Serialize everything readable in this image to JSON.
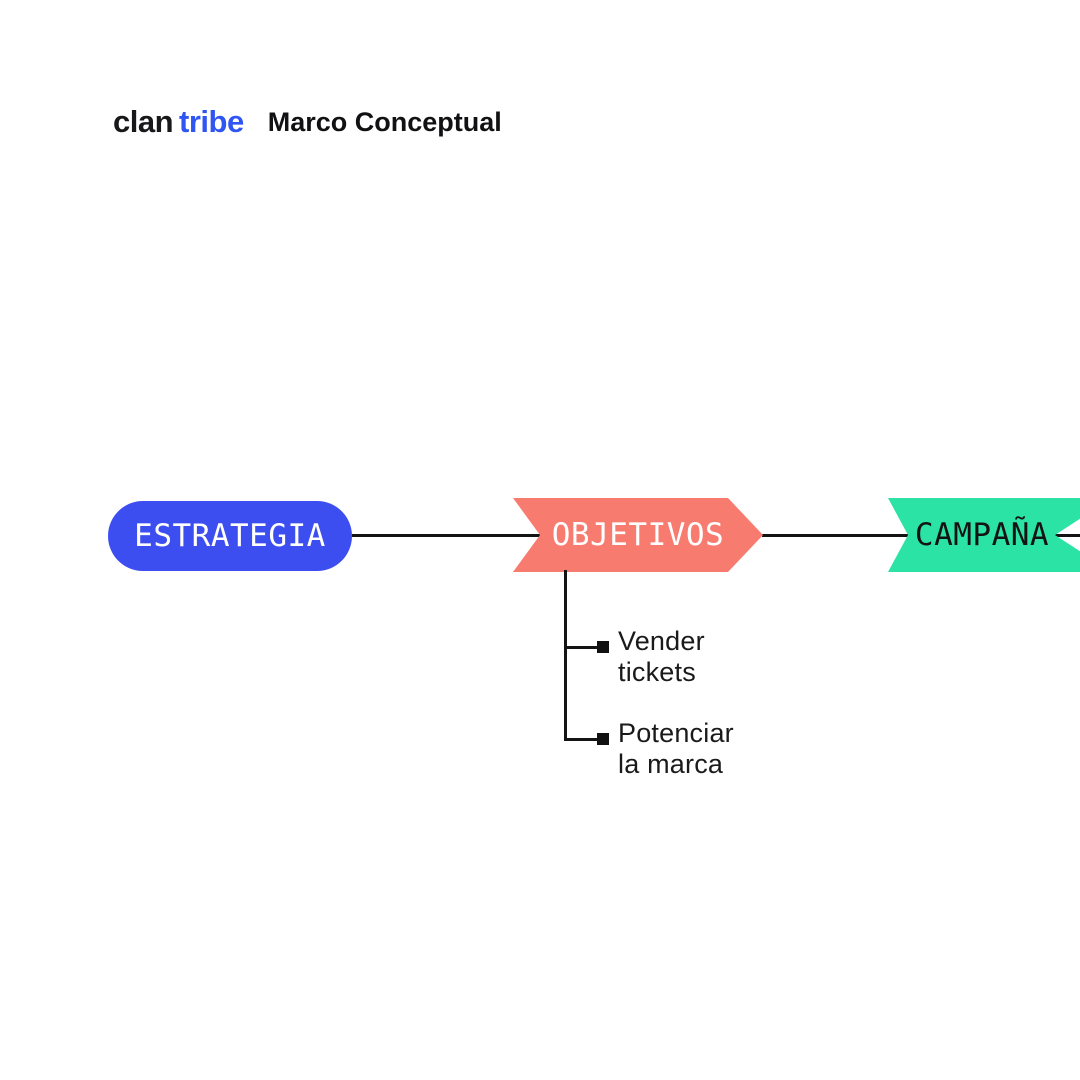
{
  "header": {
    "logo": {
      "part1": "clan",
      "part2": "tribe"
    },
    "title": "Marco Conceptual"
  },
  "diagram": {
    "nodes": [
      {
        "id": "estrategia",
        "label": "ESTRATEGIA",
        "shape": "pill",
        "color": "#3d4ef0",
        "text_color": "#ffffff"
      },
      {
        "id": "objetivos",
        "label": "OBJETIVOS",
        "shape": "chevron",
        "color": "#f87b6f",
        "text_color": "#ffffff"
      },
      {
        "id": "campana",
        "label": "CAMPAÑA",
        "shape": "ribbon",
        "color": "#2be3a4",
        "text_color": "#131313"
      }
    ],
    "objectives": [
      {
        "line1": "Vender",
        "line2": "tickets"
      },
      {
        "line1": "Potenciar",
        "line2": "la marca"
      }
    ]
  },
  "colors": {
    "background": "#ffffff",
    "line": "#141414",
    "logo_black": "#18181b",
    "logo_blue": "#2f55f2"
  }
}
